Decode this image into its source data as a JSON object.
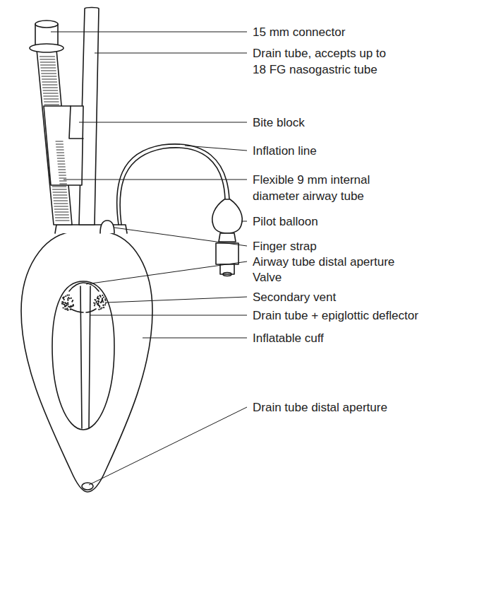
{
  "diagram": {
    "labels": [
      "15 mm connector",
      "Drain tube, accepts up to 18 FG nasogastric tube",
      "Bite block",
      "Inflation line",
      "Flexible 9 mm internal diameter airway tube",
      "Pilot balloon",
      "Finger strap",
      "Airway tube distal aperture",
      "Valve",
      "Secondary vent",
      "Drain tube + epiglottic deflector",
      "Inflatable cuff",
      "Drain tube distal aperture"
    ]
  }
}
